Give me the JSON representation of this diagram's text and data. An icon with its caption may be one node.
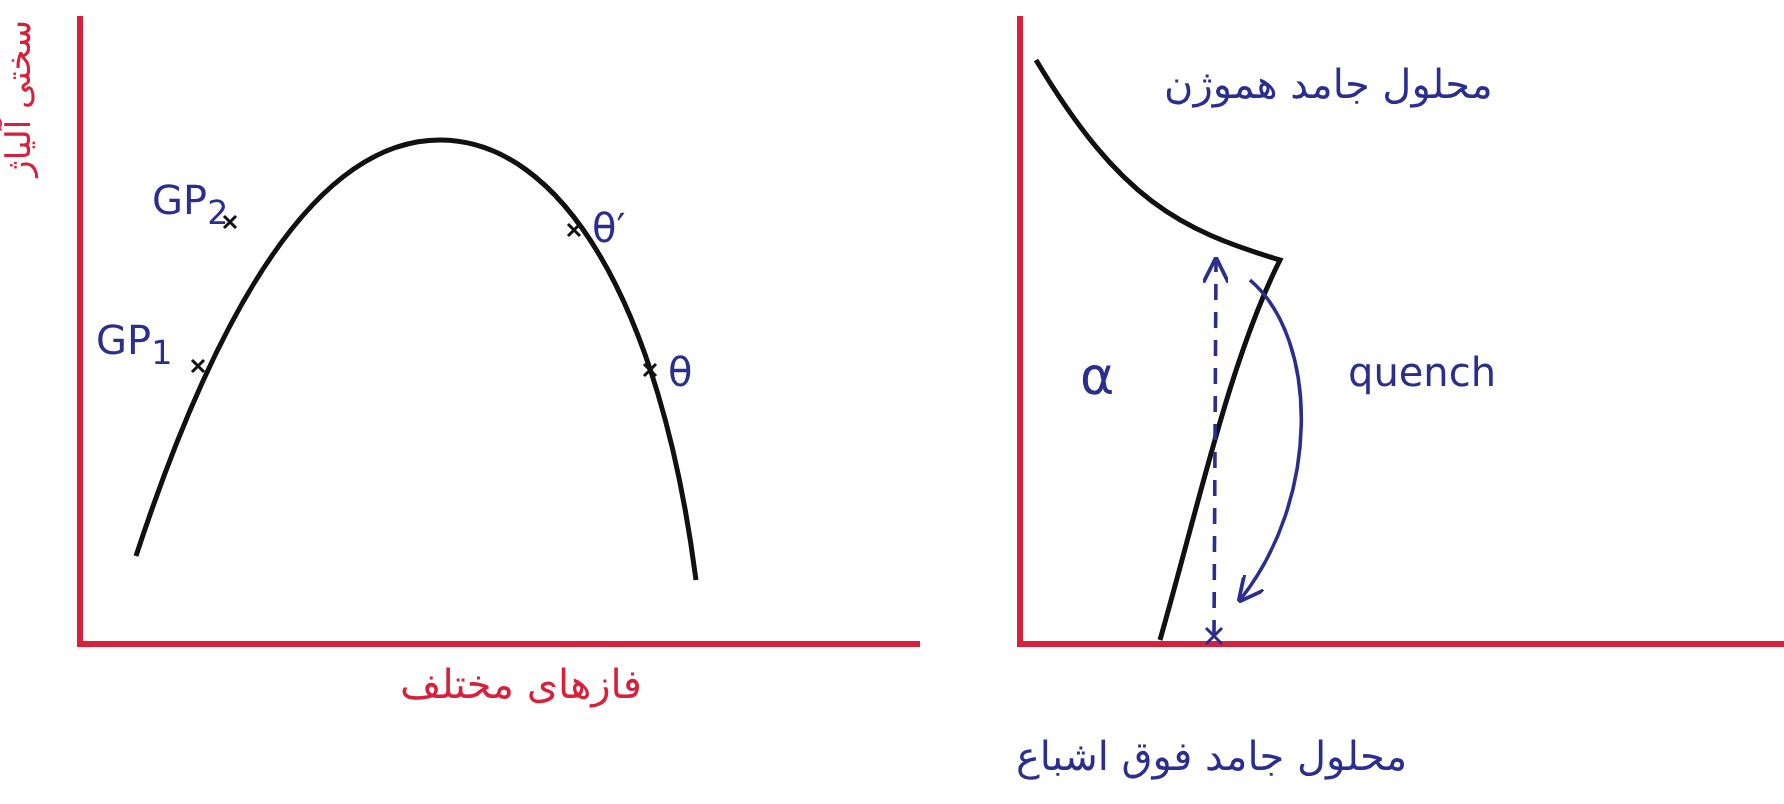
{
  "diagram": {
    "labels": [
      "سختی آلیاژ",
      "GP$_{2}$",
      "θ′",
      "GP$_{1}$",
      "θ",
      "فازهای مختلف",
      "محلول جامد هموژن",
      "α",
      "quench",
      "محلول جامد فوق اشباع"
    ]
  }
}
